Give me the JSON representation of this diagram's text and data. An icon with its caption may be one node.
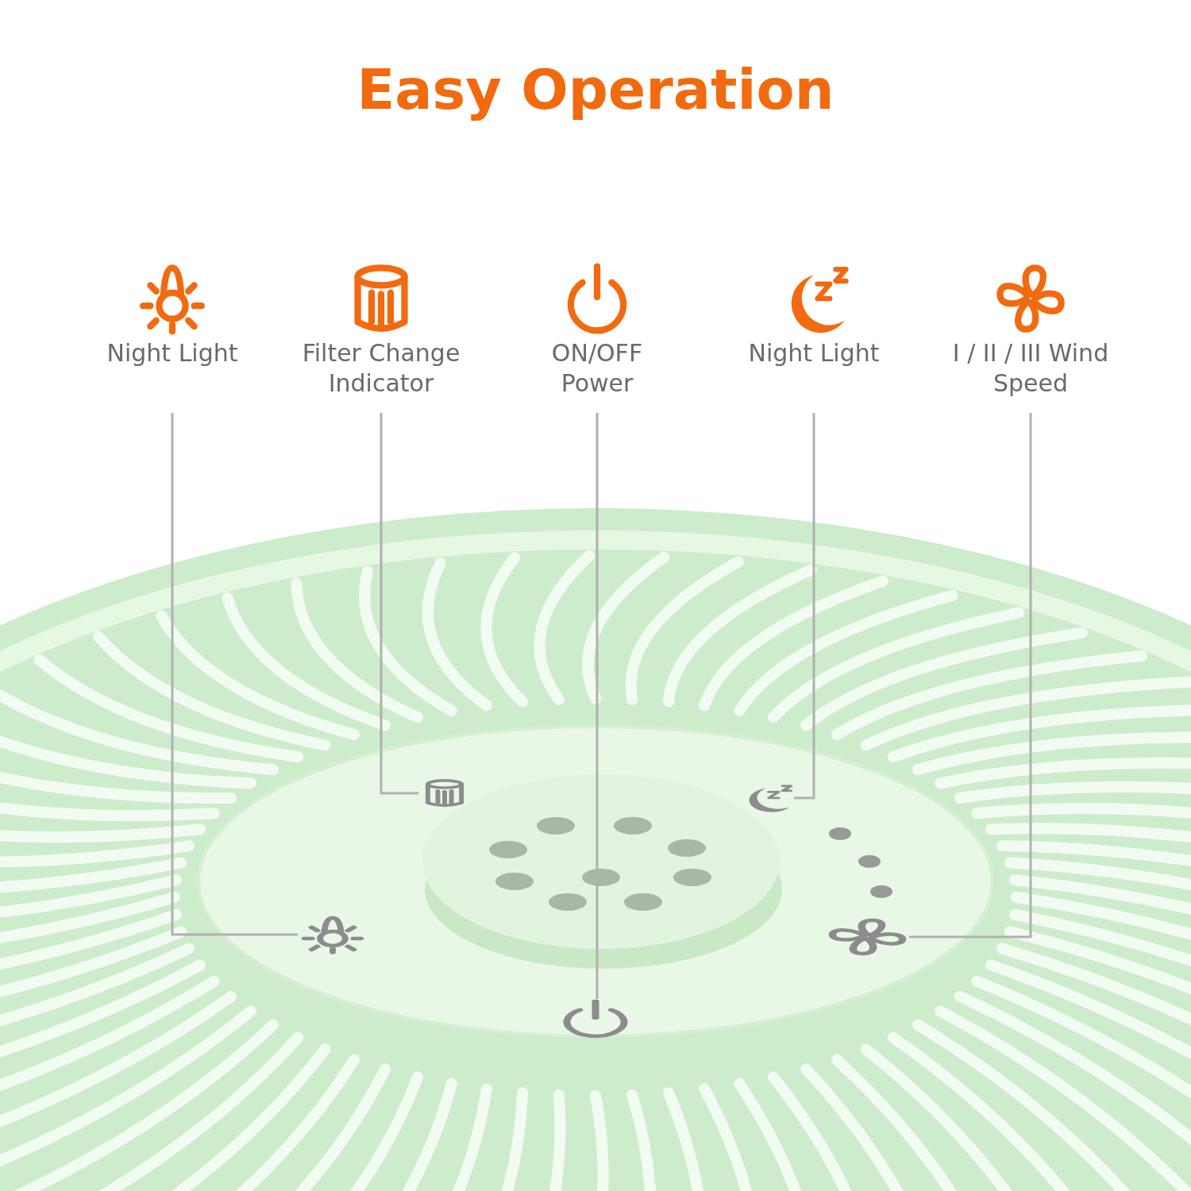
{
  "diagram": {
    "title": "Easy Operation",
    "nodes": [
      {
        "text": [
          "Night Light"
        ]
      },
      {
        "text": [
          "Filter Change Indicator"
        ]
      },
      {
        "text": [
          "ON/OFF Power"
        ]
      },
      {
        "text": [
          "Night Light"
        ]
      },
      {
        "text": [
          "I / II / III Wind Speed"
        ]
      },
      {
        "text": [],
        "shape": "picture"
      },
      {
        "text": [],
        "shape": "picture"
      },
      {
        "text": [],
        "shape": "picture"
      },
      {
        "text": [],
        "shape": "picture"
      },
      {
        "text": [],
        "shape": "picture"
      }
    ],
    "edges": [
      {
        "from": 0,
        "to": 5,
        "arrow": "none"
      },
      {
        "from": 1,
        "to": 6,
        "arrow": "none"
      },
      {
        "from": 2,
        "to": 7,
        "arrow": "none"
      },
      {
        "from": 3,
        "to": 8,
        "arrow": "none"
      },
      {
        "from": 4,
        "to": 9,
        "arrow": "none"
      }
    ]
  }
}
